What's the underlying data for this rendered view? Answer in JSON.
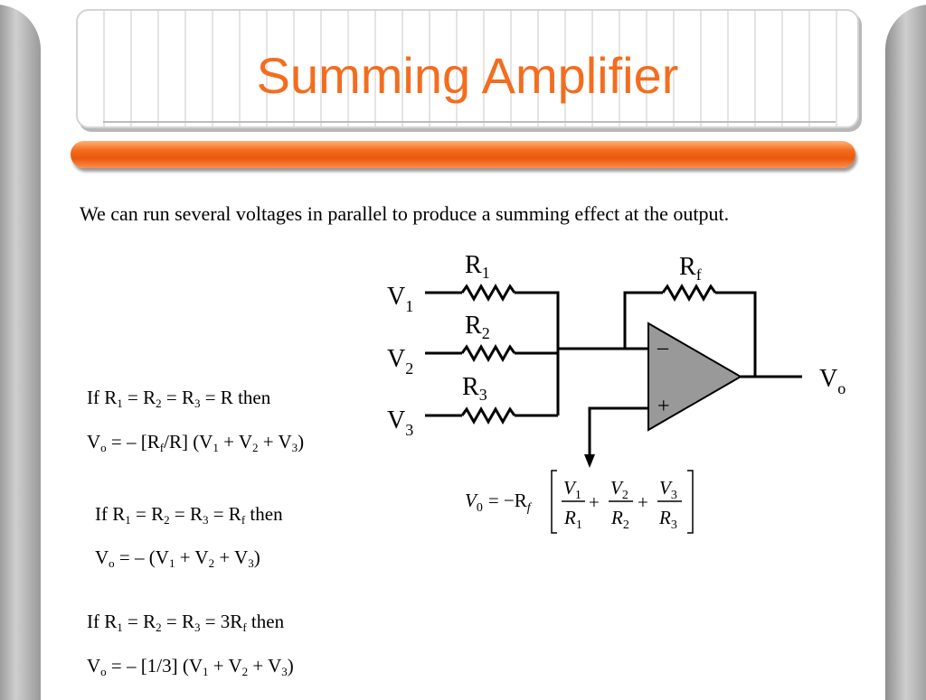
{
  "title": "Summing Amplifier",
  "intro": "We can run several voltages in parallel to produce a summing effect at the output.",
  "circuit": {
    "inputs": [
      {
        "label": "V",
        "sub": "1"
      },
      {
        "label": "V",
        "sub": "2"
      },
      {
        "label": "V",
        "sub": "3"
      }
    ],
    "resistors": [
      {
        "label": "R",
        "sub": "1"
      },
      {
        "label": "R",
        "sub": "2"
      },
      {
        "label": "R",
        "sub": "3"
      }
    ],
    "feedback": {
      "label": "R",
      "sub": "f"
    },
    "output": {
      "label": "V",
      "sub": "o"
    },
    "minus_sign": "–",
    "plus_sign": "+"
  },
  "equation": {
    "lhs": "V",
    "lhs_sub": "0",
    "equals": "= −R",
    "rf_sub": "f",
    "terms": [
      {
        "num": "V",
        "num_sub": "1",
        "den": "R",
        "den_sub": "1"
      },
      {
        "num": "V",
        "num_sub": "2",
        "den": "R",
        "den_sub": "2"
      },
      {
        "num": "V",
        "num_sub": "3",
        "den": "R",
        "den_sub": "3"
      }
    ],
    "plus": "+"
  },
  "cases": [
    {
      "cond": {
        "p1": "If R",
        "s1": "1",
        "p2": " = R",
        "s2": "2",
        "p3": " = R",
        "s3": "3",
        "p4": " = R then",
        "s4": "",
        "p5": ""
      },
      "result": {
        "p1": "V",
        "s1": "o",
        "p2": " = – [R",
        "s2": "f",
        "p3": "/R] (V",
        "s3": "1",
        "p4": " + V",
        "s4": "2",
        "p5": " + V",
        "s5": "3",
        "p6": ")"
      }
    },
    {
      "cond": {
        "p1": "If R",
        "s1": "1",
        "p2": " = R",
        "s2": "2",
        "p3": " = R",
        "s3": "3",
        "p4": " = R",
        "s4": "f",
        "p5": " then"
      },
      "result": {
        "p1": "V",
        "s1": "o",
        "p2": " = – (V",
        "s2": "1",
        "p3": " + V",
        "s3": "2",
        "p4": " + V",
        "s4": "3",
        "p5": ")",
        "s5": "",
        "p6": ""
      }
    },
    {
      "cond": {
        "p1": "If R",
        "s1": "1",
        "p2": " = R",
        "s2": "2",
        "p3": " = R",
        "s3": "3",
        "p4": " = 3R",
        "s4": "f",
        "p5": " then"
      },
      "result": {
        "p1": "V",
        "s1": "o",
        "p2": " = – [1/3] (V",
        "s2": "1",
        "p3": " + V",
        "s3": "2",
        "p4": " + V",
        "s4": "3",
        "p5": ")",
        "s5": "",
        "p6": ""
      }
    }
  ]
}
